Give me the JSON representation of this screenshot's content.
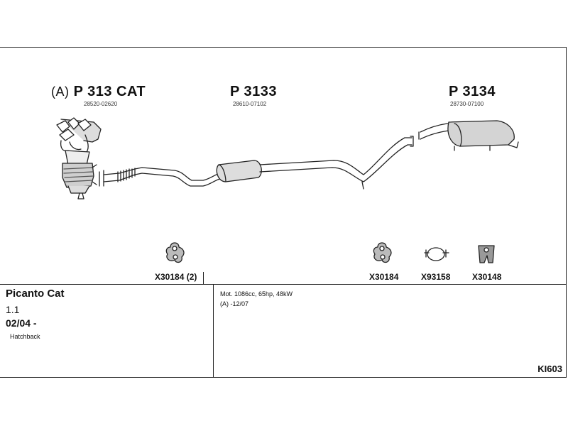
{
  "parts": [
    {
      "prefix": "(A)",
      "code": "P 313 CAT",
      "number": "28520-02620"
    },
    {
      "code": "P 3133",
      "number": "28610-07102"
    },
    {
      "code": "P 3134",
      "number": "28730-07100"
    }
  ],
  "accessories": [
    {
      "code": "X30184 (2)"
    },
    {
      "code": "X30184"
    },
    {
      "code": "X93158"
    },
    {
      "code": "X30148"
    }
  ],
  "vehicle": {
    "model": "Picanto Cat",
    "engine": "1.1",
    "date": "02/04 -",
    "body_type": "Hatchback"
  },
  "specs": {
    "line1": "Mot. 1086cc, 65hp, 48kW",
    "line2": "(A) -12/07"
  },
  "diagram_code": "KI603"
}
